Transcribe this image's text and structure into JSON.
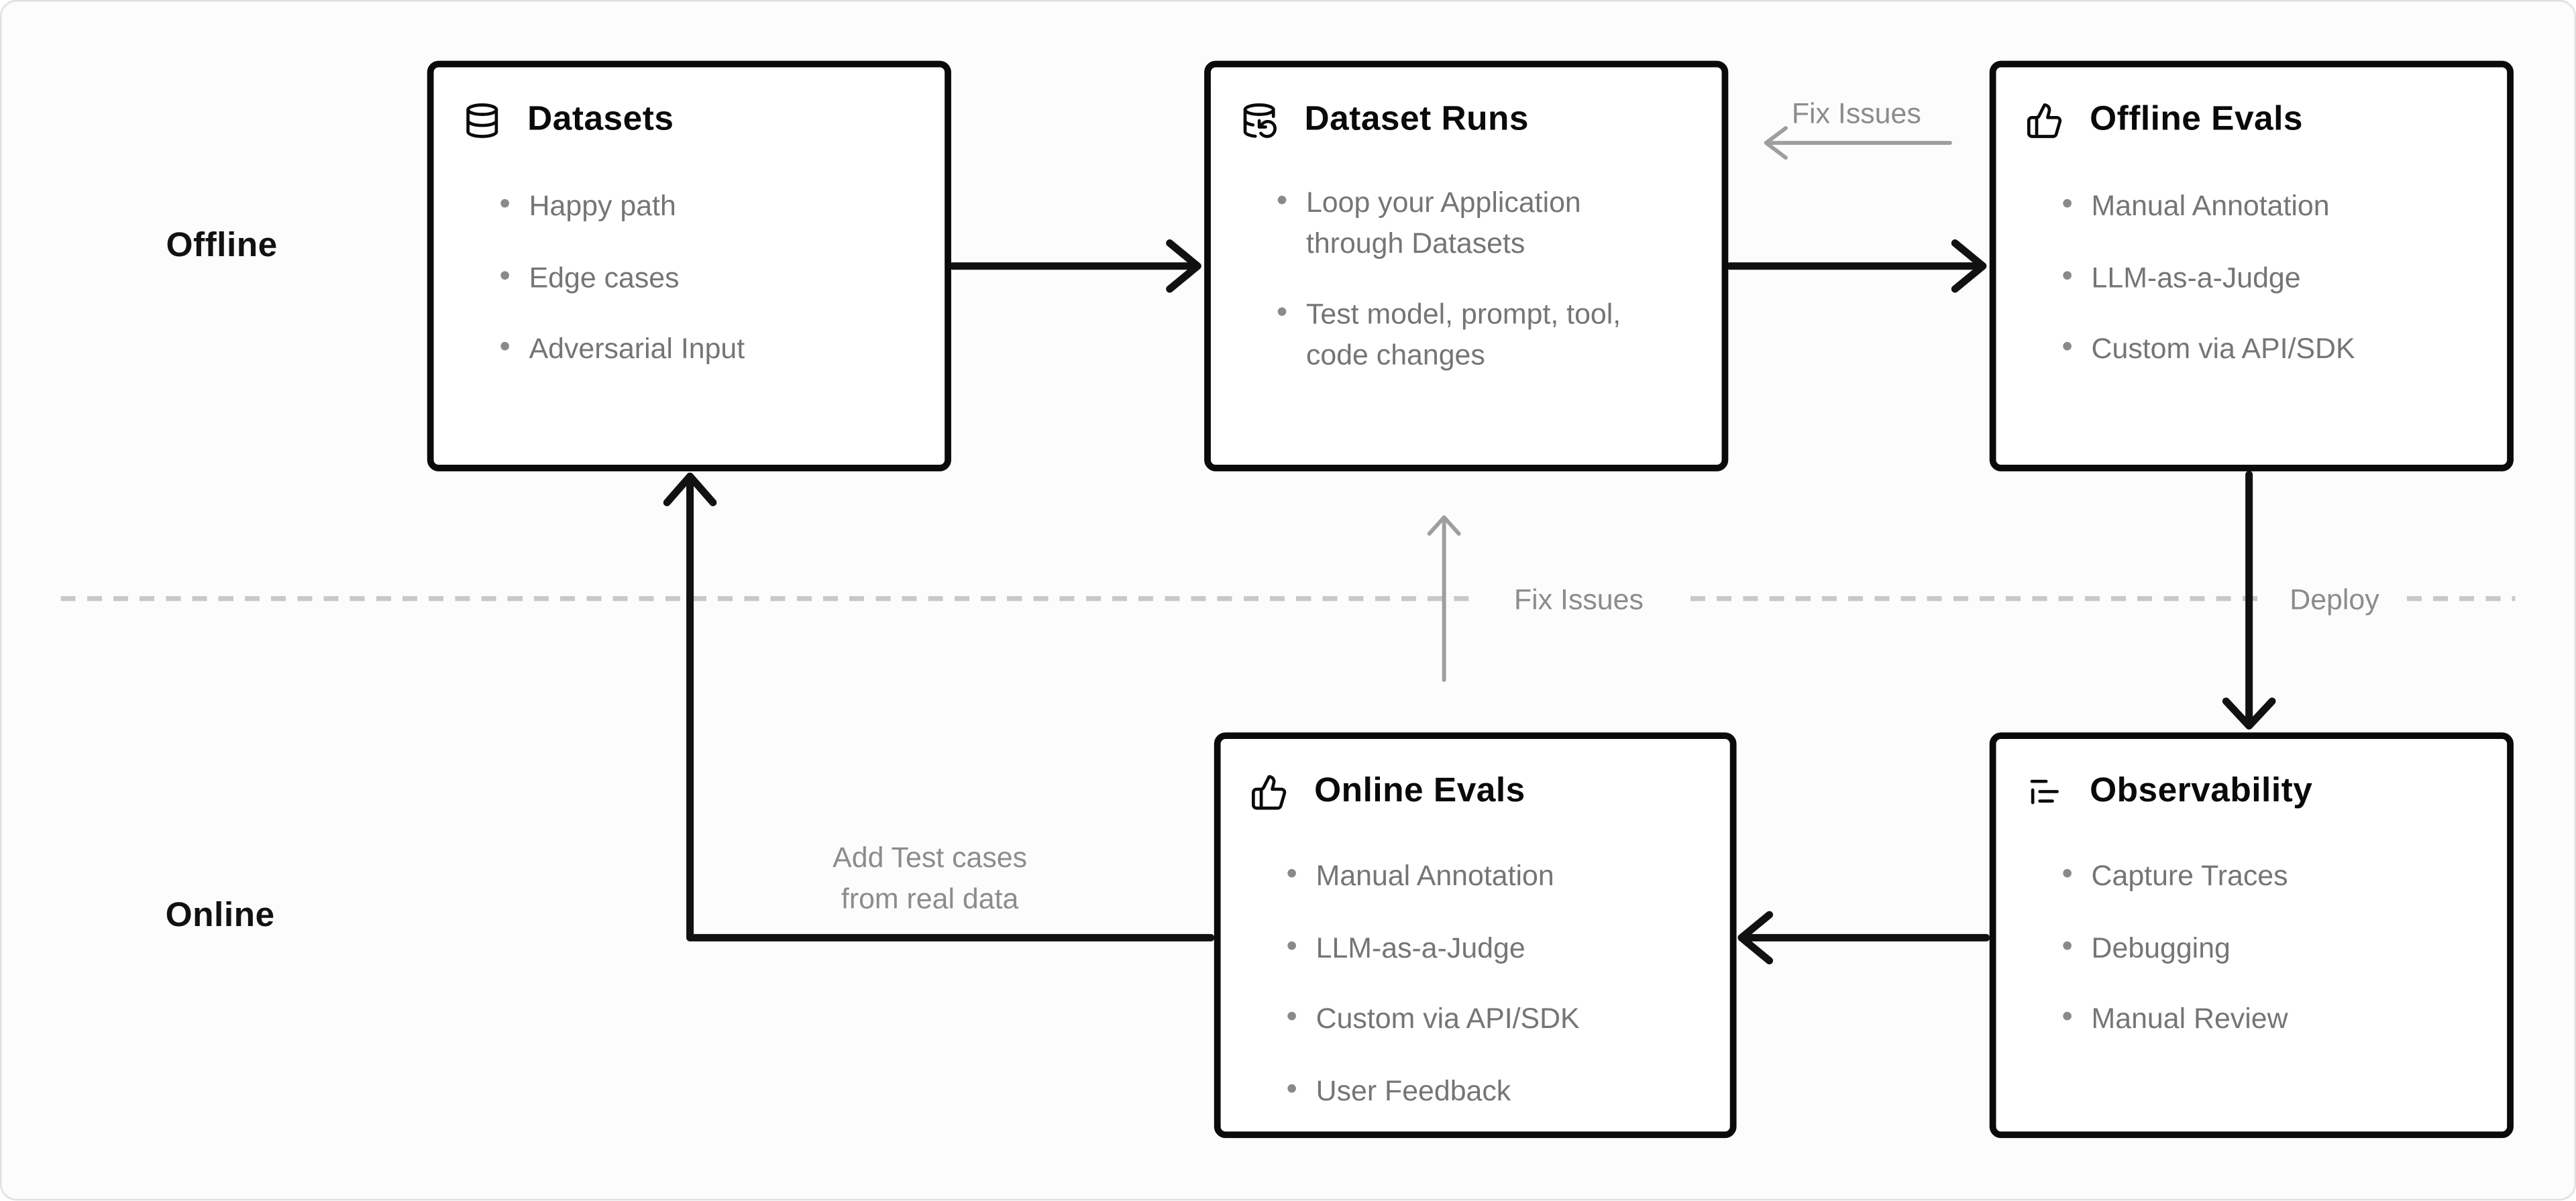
{
  "diagram": {
    "title_implicit": "Evaluation workflow",
    "sections": {
      "offline_label": "Offline",
      "online_label": "Online"
    },
    "boxes": [
      {
        "title": "Datasets",
        "icon": "database-icon",
        "items": [
          "Happy path",
          "Edge cases",
          "Adversarial Input"
        ]
      },
      {
        "title": "Dataset Runs",
        "icon": "database-backup-icon",
        "items": [
          "Loop your Application through Datasets",
          "Test model, prompt, tool, code changes"
        ]
      },
      {
        "title": "Offline Evals",
        "icon": "thumbs-up-icon",
        "items": [
          "Manual Annotation",
          "LLM-as-a-Judge",
          "Custom via API/SDK"
        ]
      },
      {
        "title": "Online Evals",
        "icon": "thumbs-up-icon",
        "items": [
          "Manual Annotation",
          "LLM-as-a-Judge",
          "Custom via API/SDK",
          "User Feedback"
        ]
      },
      {
        "title": "Observability",
        "icon": "logs-icon",
        "items": [
          "Capture Traces",
          "Debugging",
          "Manual Review"
        ]
      }
    ],
    "edge_labels": {
      "fix_issues_top": "Fix Issues",
      "fix_issues_middle": "Fix Issues",
      "deploy": "Deploy",
      "add_test_cases_line1": "Add Test cases",
      "add_test_cases_line2": "from real data"
    },
    "colors": {
      "box_border": "#0a0a0a",
      "title_text": "#0a0a0a",
      "bullet_text": "#757575",
      "gray_label": "#8c8c8c",
      "gray_arrow": "#9e9e9e",
      "black_arrow": "#111111",
      "dashed_line": "#c8c8c8",
      "background": "#fcfcfc"
    }
  }
}
